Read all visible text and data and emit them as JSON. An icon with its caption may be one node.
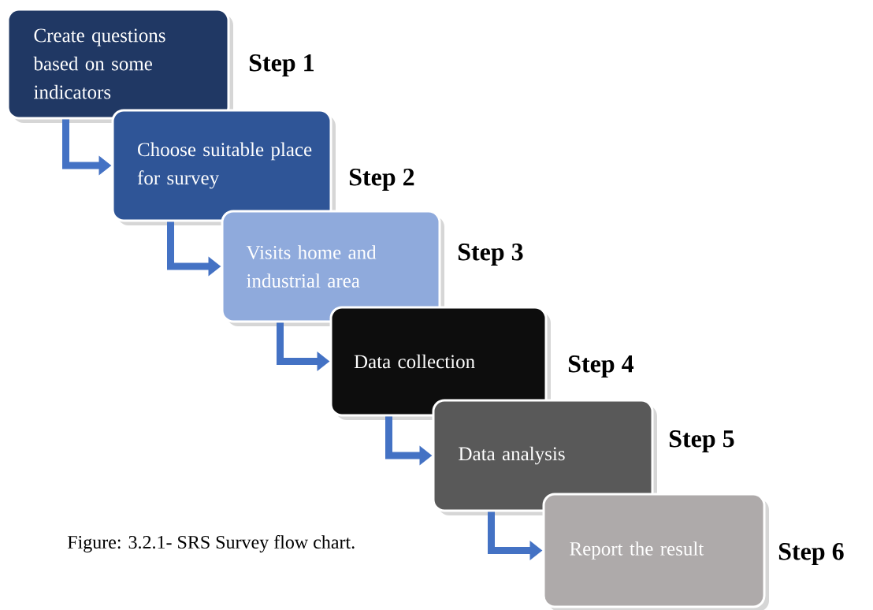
{
  "diagram": {
    "caption": "Figure: 3.2.1- SRS Survey flow chart.",
    "nodes": [
      {
        "text": [
          "Create questions based on some indicators"
        ],
        "beside": [
          "Step 1"
        ]
      },
      {
        "text": [
          "Choose suitable place for survey"
        ],
        "beside": [
          "Step 2"
        ]
      },
      {
        "text": [
          "Visits home and industrial area"
        ],
        "beside": [
          "Step 3"
        ]
      },
      {
        "text": [
          "Data collection"
        ],
        "beside": [
          "Step 4"
        ]
      },
      {
        "text": [
          "Data analysis"
        ],
        "beside": [
          "Step 5"
        ]
      },
      {
        "text": [
          "Report the result"
        ],
        "beside": [
          "Step 6"
        ]
      }
    ],
    "edges": [
      {
        "from": 0,
        "to": 1,
        "arrow": "to"
      },
      {
        "from": 1,
        "to": 2,
        "arrow": "to"
      },
      {
        "from": 2,
        "to": 3,
        "arrow": "to"
      },
      {
        "from": 3,
        "to": 4,
        "arrow": "to"
      },
      {
        "from": 4,
        "to": 5,
        "arrow": "to"
      }
    ]
  }
}
